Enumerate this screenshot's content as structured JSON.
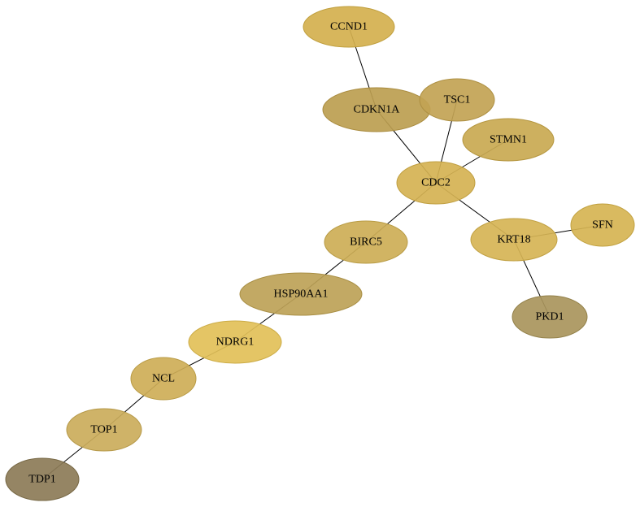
{
  "graph": {
    "nodes": [
      {
        "id": "CCND1",
        "label": "CCND1",
        "fill": "#d4b04e",
        "stroke": "#bf9e3c"
      },
      {
        "id": "CDKN1A",
        "label": "CDKN1A",
        "fill": "#bc9e50",
        "stroke": "#a98b3e"
      },
      {
        "id": "TSC1",
        "label": "TSC1",
        "fill": "#c2a354",
        "stroke": "#ad8f42"
      },
      {
        "id": "STMN1",
        "label": "STMN1",
        "fill": "#c9a951",
        "stroke": "#b5963f"
      },
      {
        "id": "CDC2",
        "label": "CDC2",
        "fill": "#d5b253",
        "stroke": "#c09f41"
      },
      {
        "id": "SFN",
        "label": "SFN",
        "fill": "#d6b452",
        "stroke": "#c1a140"
      },
      {
        "id": "KRT18",
        "label": "KRT18",
        "fill": "#d6b455",
        "stroke": "#c1a143"
      },
      {
        "id": "BIRC5",
        "label": "BIRC5",
        "fill": "#cdae56",
        "stroke": "#b89b44"
      },
      {
        "id": "HSP90AA1",
        "label": "HSP90AA1",
        "fill": "#bda257",
        "stroke": "#a98f45"
      },
      {
        "id": "PKD1",
        "label": "PKD1",
        "fill": "#a9955c",
        "stroke": "#93814a"
      },
      {
        "id": "NDRG1",
        "label": "NDRG1",
        "fill": "#e2c058",
        "stroke": "#ccac46"
      },
      {
        "id": "NCL",
        "label": "NCL",
        "fill": "#ceae57",
        "stroke": "#b99b45"
      },
      {
        "id": "TOP1",
        "label": "TOP1",
        "fill": "#cbac5b",
        "stroke": "#b69949"
      },
      {
        "id": "TDP1",
        "label": "TDP1",
        "fill": "#8c7b57",
        "stroke": "#776845"
      }
    ],
    "edges": [
      [
        "CCND1",
        "CDKN1A"
      ],
      [
        "CDKN1A",
        "CDC2"
      ],
      [
        "TSC1",
        "CDC2"
      ],
      [
        "STMN1",
        "CDC2"
      ],
      [
        "CDC2",
        "BIRC5"
      ],
      [
        "CDC2",
        "KRT18"
      ],
      [
        "KRT18",
        "SFN"
      ],
      [
        "KRT18",
        "PKD1"
      ],
      [
        "BIRC5",
        "HSP90AA1"
      ],
      [
        "HSP90AA1",
        "NDRG1"
      ],
      [
        "NDRG1",
        "NCL"
      ],
      [
        "NCL",
        "TOP1"
      ],
      [
        "TOP1",
        "TDP1"
      ]
    ]
  }
}
